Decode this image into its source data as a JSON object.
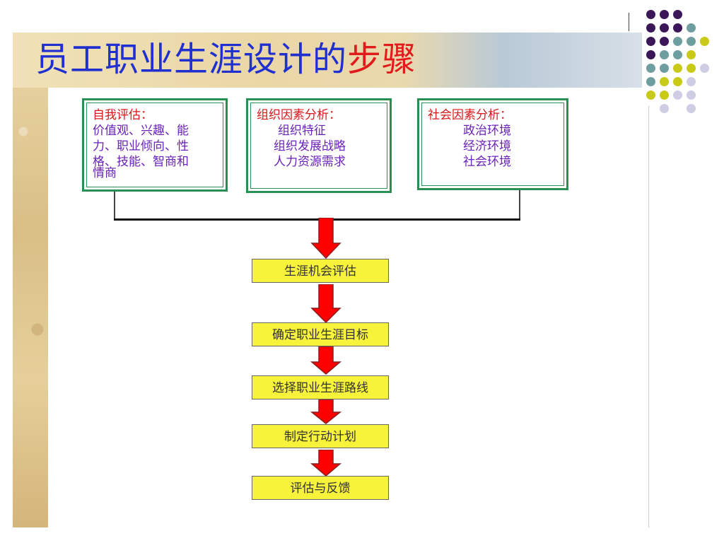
{
  "title": {
    "part1": "员工职业生涯设计的",
    "part2": "步骤"
  },
  "colors": {
    "purple_dot": "#3b1659",
    "teal_dot": "#6f9ea0",
    "yellow_dot": "#c9c917",
    "lavender_dot": "#cfcde3"
  },
  "factors": [
    {
      "title": "自我评估：",
      "lines": [
        "价值观、兴趣、能",
        "力、职业倾向、性",
        "格、技能、智商和",
        "情商"
      ]
    },
    {
      "title": "组织因素分析：",
      "lines": [
        "组织特征",
        "组织发展战略",
        "人力资源需求"
      ]
    },
    {
      "title": "社会因素分析：",
      "lines": [
        "政治环境",
        "经济环境",
        "社会环境"
      ]
    }
  ],
  "steps": [
    "生涯机会评估",
    "确定职业生涯目标",
    "选择职业生涯路线",
    "制定行动计划",
    "评估与反馈"
  ]
}
